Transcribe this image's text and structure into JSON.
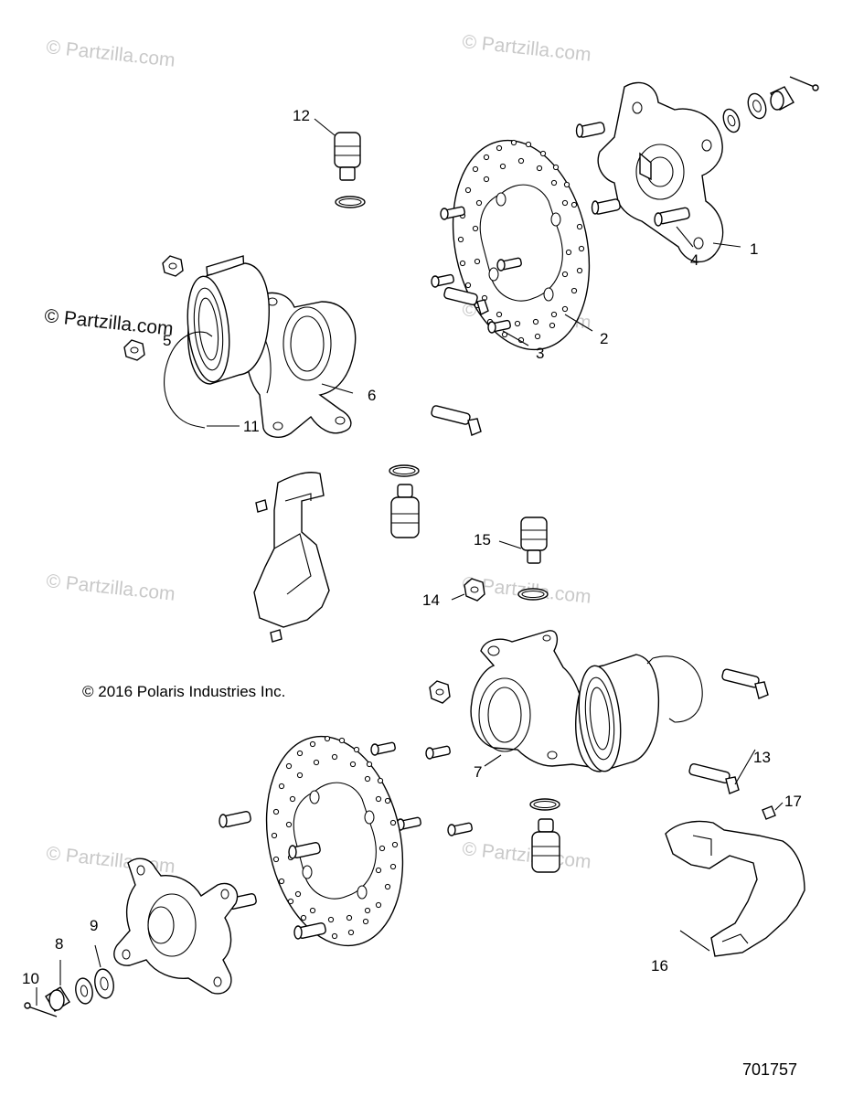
{
  "watermarks": [
    "© Partzilla.com",
    "© Partzilla.com",
    "© Partzilla.com",
    "© Partzilla.com",
    "© Partzilla.com",
    "© Partzilla.com",
    "© Partzilla.com",
    "© Partzilla.com"
  ],
  "callouts": [
    "1",
    "2",
    "3",
    "4",
    "5",
    "6",
    "7",
    "8",
    "9",
    "10",
    "11",
    "12",
    "13",
    "14",
    "15",
    "16",
    "17"
  ],
  "copyright": "© 2016 Polaris Industries Inc.",
  "figure_number": "701757"
}
